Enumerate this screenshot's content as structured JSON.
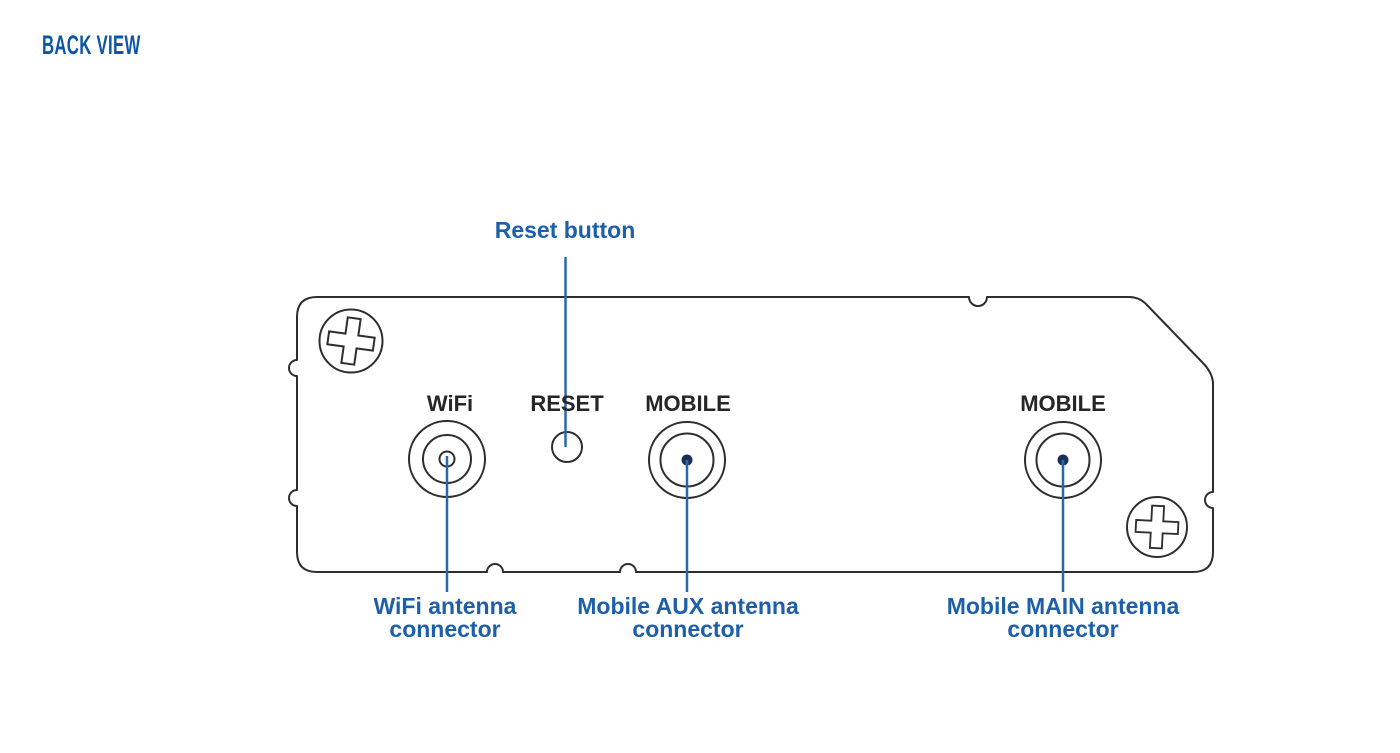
{
  "page": {
    "title": "BACK VIEW"
  },
  "diagram": {
    "port_labels": {
      "wifi": "WiFi",
      "reset": "RESET",
      "mobile_aux": "MOBILE",
      "mobile_main": "MOBILE"
    },
    "callouts": {
      "reset": "Reset button",
      "wifi": {
        "line1": "WiFi antenna",
        "line2": "connector"
      },
      "mobile_aux": {
        "line1": "Mobile AUX antenna",
        "line2": "connector"
      },
      "mobile_main": {
        "line1": "Mobile MAIN antenna",
        "line2": "connector"
      }
    },
    "colors": {
      "title_blue": "#0a57a6",
      "label_blue": "#1d5fa9",
      "line_blue": "#2a68ac",
      "outline_dark": "#2e2e2e",
      "port_text_dark": "#262626"
    }
  }
}
